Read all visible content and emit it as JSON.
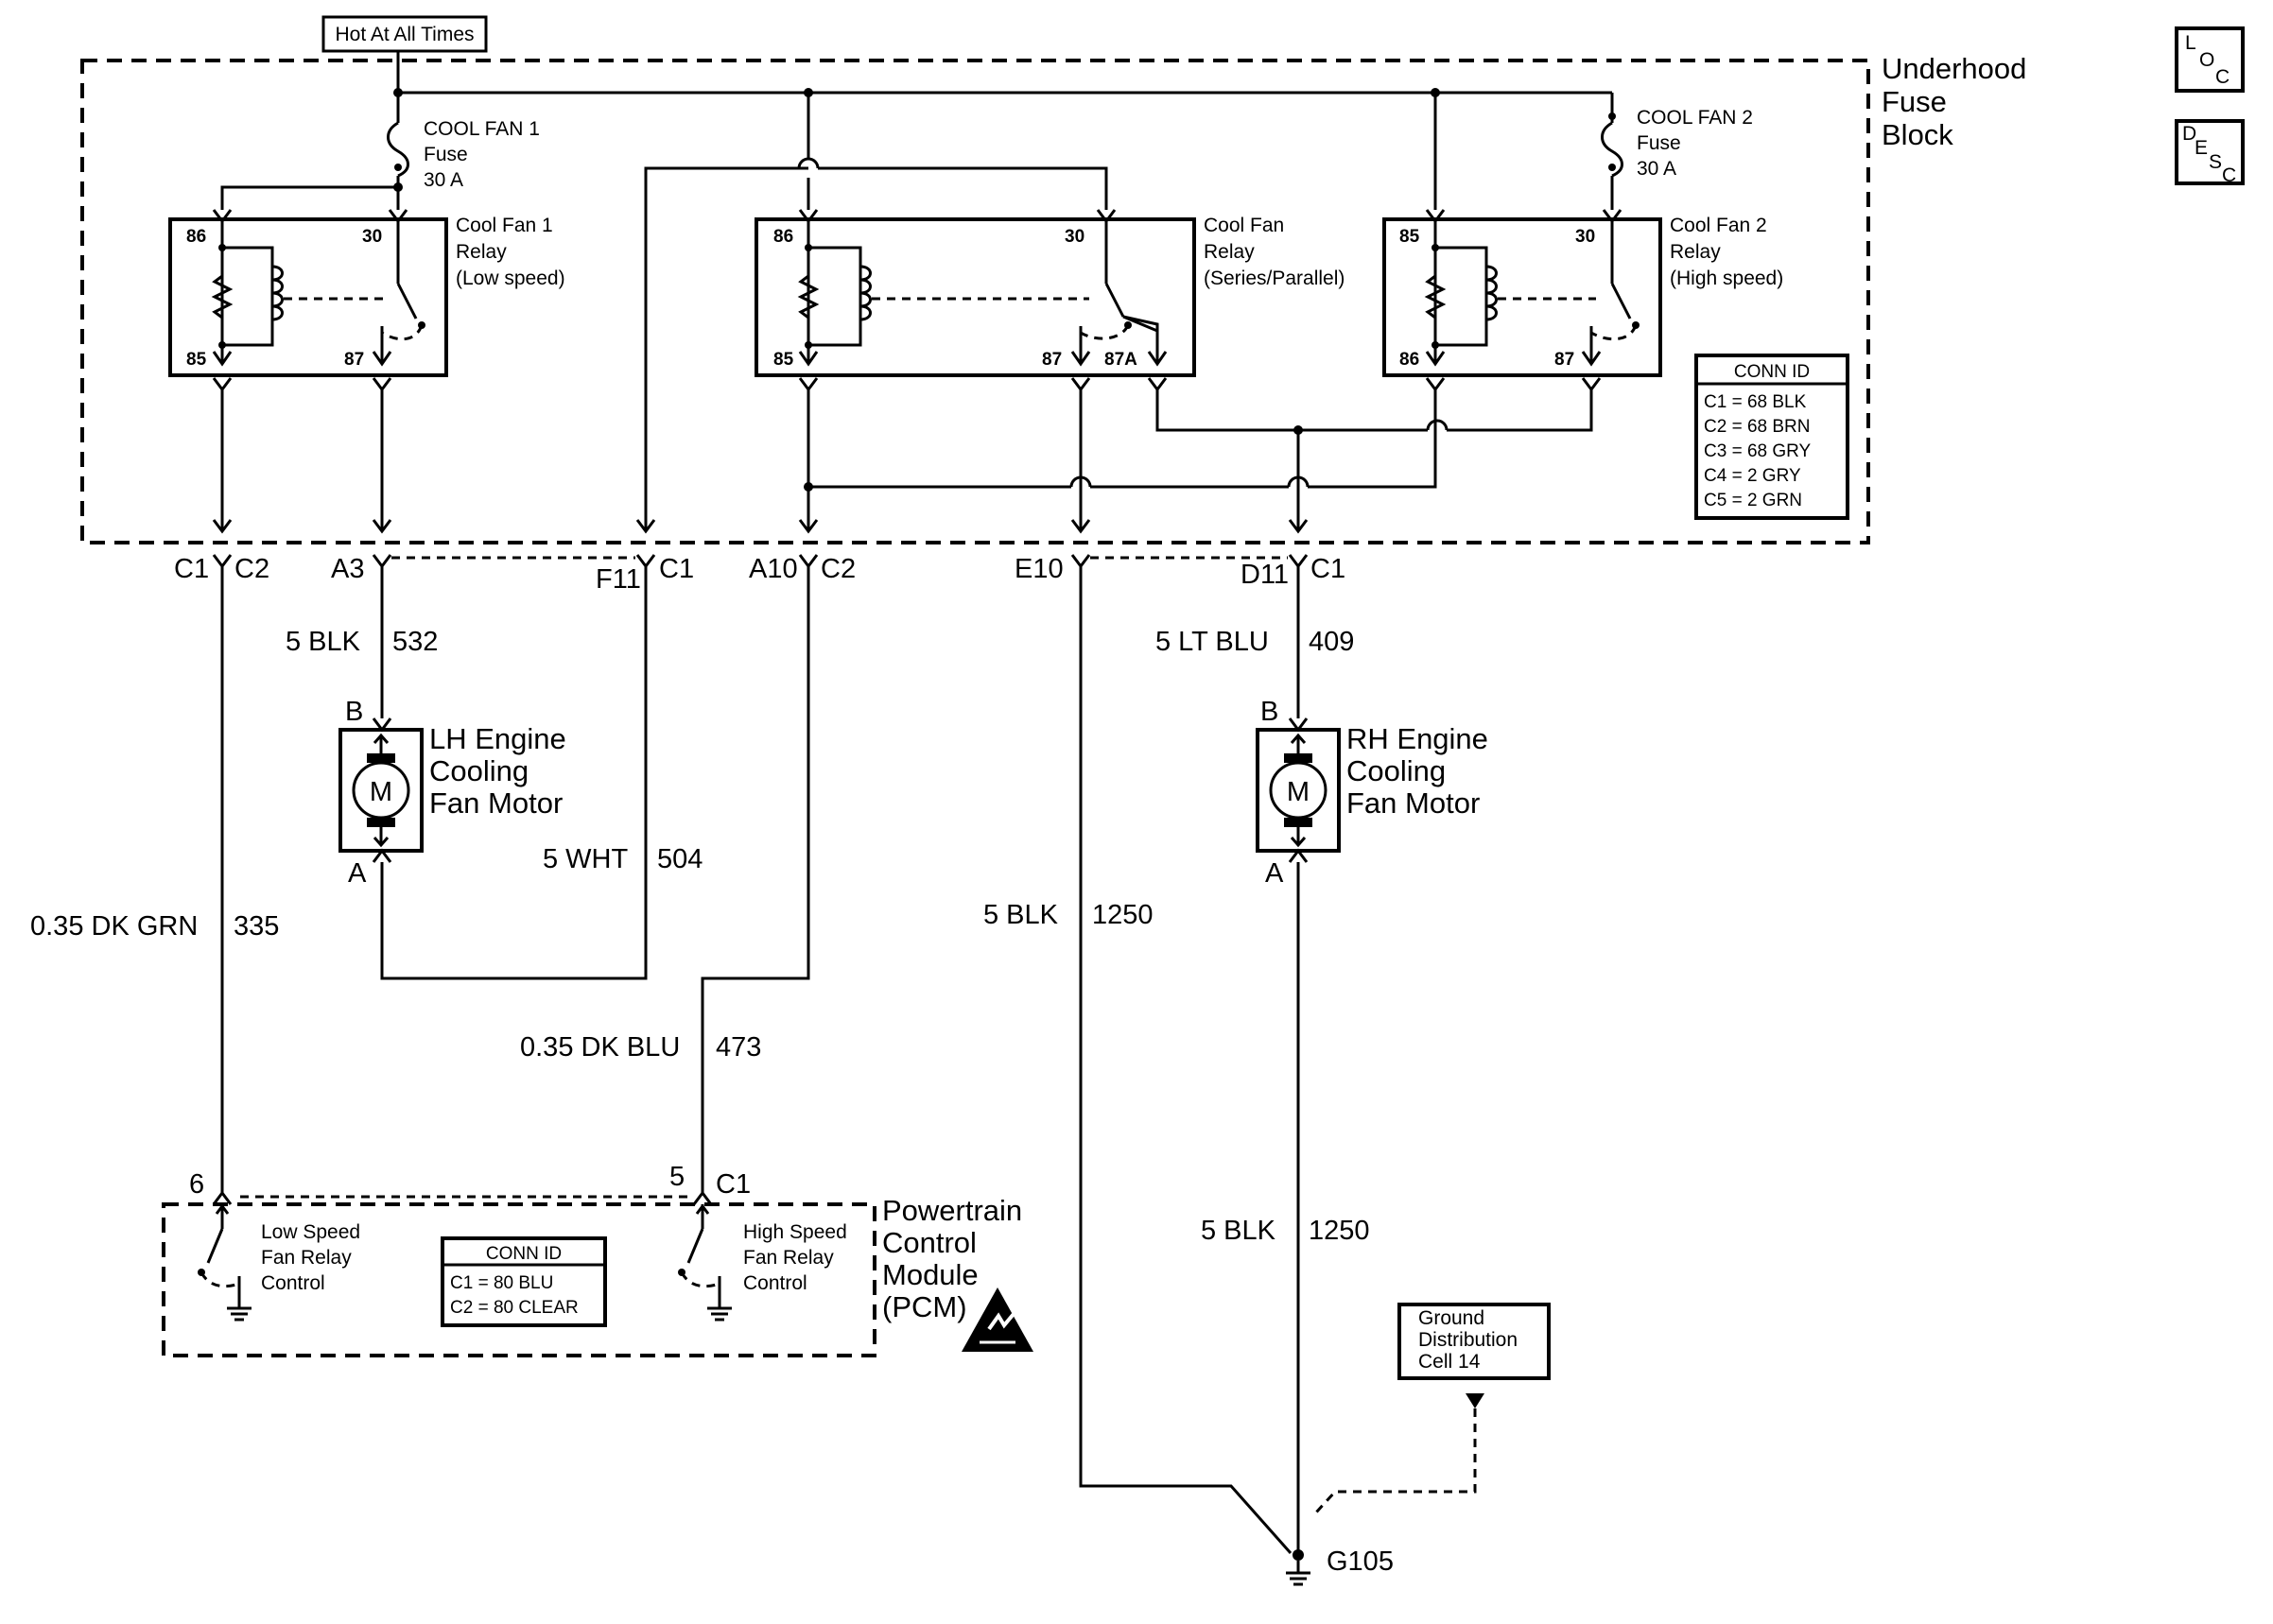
{
  "diagram": {
    "hot_label": "Hot At All Times",
    "fuse_block": [
      "Underhood",
      "Fuse",
      "Block"
    ],
    "fuse1": [
      "COOL FAN 1",
      "Fuse",
      "30 A"
    ],
    "fuse2": [
      "COOL FAN 2",
      "Fuse",
      "30 A"
    ],
    "relay1": {
      "name": [
        "Cool Fan 1",
        "Relay",
        "(Low speed)"
      ],
      "pins": [
        "86",
        "30",
        "85",
        "87"
      ]
    },
    "relay2": {
      "name": [
        "Cool Fan",
        "Relay",
        "(Series/Parallel)"
      ],
      "pins": [
        "86",
        "30",
        "85",
        "87",
        "87A"
      ]
    },
    "relay3": {
      "name": [
        "Cool Fan 2",
        "Relay",
        "(High speed)"
      ],
      "pins": [
        "85",
        "30",
        "86",
        "87"
      ]
    },
    "conn_fuse": {
      "title": "CONN ID",
      "rows": [
        "C1 = 68 BLK",
        "C2 = 68 BRN",
        "C3 = 68 GRY",
        "C4 = 2 GRY",
        "C5 = 2 GRN"
      ]
    },
    "connectors": {
      "c1": "C1",
      "c2a": "C2",
      "a3": "A3",
      "f11": "F11",
      "c1b": "C1",
      "a10": "A10",
      "c2b": "C2",
      "e10": "E10",
      "d11": "D11",
      "c1c": "C1"
    },
    "wires": {
      "w532": [
        "5 BLK",
        "532"
      ],
      "w504": [
        "5 WHT",
        "504"
      ],
      "w335": [
        "0.35 DK GRN",
        "335"
      ],
      "w473": [
        "0.35 DK BLU",
        "473"
      ],
      "w1250a": [
        "5 BLK",
        "1250"
      ],
      "w409": [
        "5 LT BLU",
        "409"
      ],
      "w1250b": [
        "5 BLK",
        "1250"
      ]
    },
    "lh_motor": {
      "name": [
        "LH Engine",
        "Cooling",
        "Fan Motor"
      ],
      "pin_top": "B",
      "pin_bot": "A",
      "symbol": "M"
    },
    "rh_motor": {
      "name": [
        "RH Engine",
        "Cooling",
        "Fan Motor"
      ],
      "pin_top": "B",
      "pin_bot": "A",
      "symbol": "M"
    },
    "pcm": {
      "name": [
        "Powertrain",
        "Control",
        "Module",
        "(PCM)"
      ],
      "pin6": "6",
      "pin5": "5",
      "c1": "C1",
      "low": [
        "Low Speed",
        "Fan Relay",
        "Control"
      ],
      "high": [
        "High Speed",
        "Fan Relay",
        "Control"
      ],
      "conn": {
        "title": "CONN ID",
        "rows": [
          "C1 = 80 BLU",
          "C2 = 80 CLEAR"
        ]
      }
    },
    "ground_dist": [
      "Ground",
      "Distribution",
      "Cell 14"
    ],
    "ground": "G105",
    "loc_icon": [
      "L",
      "O",
      "C"
    ],
    "desc_icon": [
      "D",
      "E",
      "S",
      "C"
    ]
  }
}
